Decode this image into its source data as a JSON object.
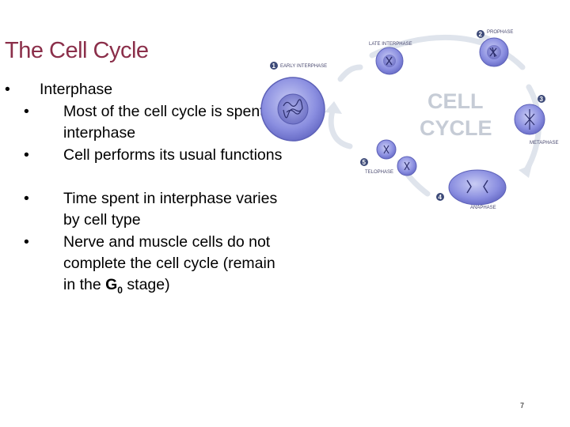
{
  "slide": {
    "title": "The Cell Cycle",
    "bullet_glyph": "•",
    "main_bullet": "Interphase",
    "sub_bullets": [
      {
        "text": "Most of the cell cycle is spent in interphase"
      },
      {
        "text": "Cell performs its usual functions"
      },
      {
        "text": "Time spent in interphase varies by cell type"
      },
      {
        "text_before": "Nerve and muscle cells do not complete the cell cycle (remain in the ",
        "g_letter": "G",
        "g_sub": "0",
        "text_after": " stage)"
      }
    ],
    "page_number": "7"
  },
  "diagram": {
    "center_text_line1": "CELL",
    "center_text_line2": "CYCLE",
    "stages": [
      {
        "number": "1",
        "label": "EARLY INTERPHASE"
      },
      {
        "number": "",
        "label": "LATE INTERPHASE"
      },
      {
        "number": "2",
        "label": "PROPHASE"
      },
      {
        "number": "3",
        "label": "METAPHASE"
      },
      {
        "number": "4",
        "label": "ANAPHASE"
      },
      {
        "number": "5",
        "label": "TELOPHASE"
      }
    ],
    "colors": {
      "cell_fill": "#7b7fd6",
      "cell_light": "#b9bdf0",
      "arrow": "#dde2ea",
      "badge": "#3d4a78",
      "title": "#8b2f4a"
    }
  }
}
